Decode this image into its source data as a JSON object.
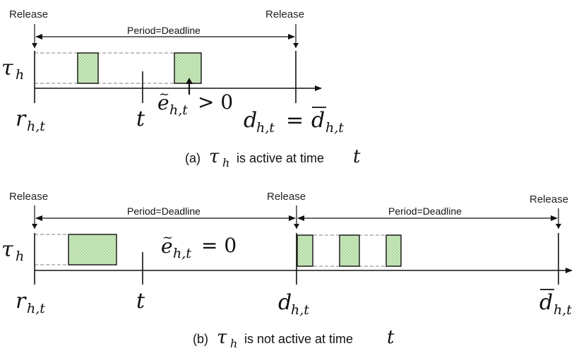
{
  "panel_a": {
    "release_left": "Release",
    "release_right": "Release",
    "period_label": "Period=Deadline",
    "task": "τ",
    "task_sub": "h",
    "r_main": "r",
    "r_sub": "h,t",
    "t_label": "t",
    "e_main": "e",
    "e_tilde": "~",
    "e_sub": "h,t",
    "e_rel": "> 0",
    "d_main": "d",
    "d_sub": "h,t",
    "eq": "=",
    "dbar_main": "d",
    "dbar_sub": "h,t",
    "caption_prefix": "(a)",
    "caption_task": "τ",
    "caption_task_sub": "h",
    "caption_text": "is active at time",
    "caption_t": "t"
  },
  "panel_b": {
    "release_left": "Release",
    "release_mid": "Release",
    "release_right": "Release",
    "period_label_1": "Period=Deadline",
    "period_label_2": "Period=Deadline",
    "task": "τ",
    "task_sub": "h",
    "r_main": "r",
    "r_sub": "h,t",
    "t_label": "t",
    "e_main": "e",
    "e_tilde": "~",
    "e_sub": "h,t",
    "e_rel": "= 0",
    "d_main": "d",
    "d_sub": "h,t",
    "dbar_main": "d",
    "dbar_sub": "h,t",
    "caption_prefix": "(b)",
    "caption_task": "τ",
    "caption_task_sub": "h",
    "caption_text": "is not active at time",
    "caption_t": "t"
  },
  "colors": {
    "block_fill": "#d9efcf",
    "block_hatch": "#8fc77a",
    "dash": "#9a9a9a",
    "ink": "#111111"
  }
}
